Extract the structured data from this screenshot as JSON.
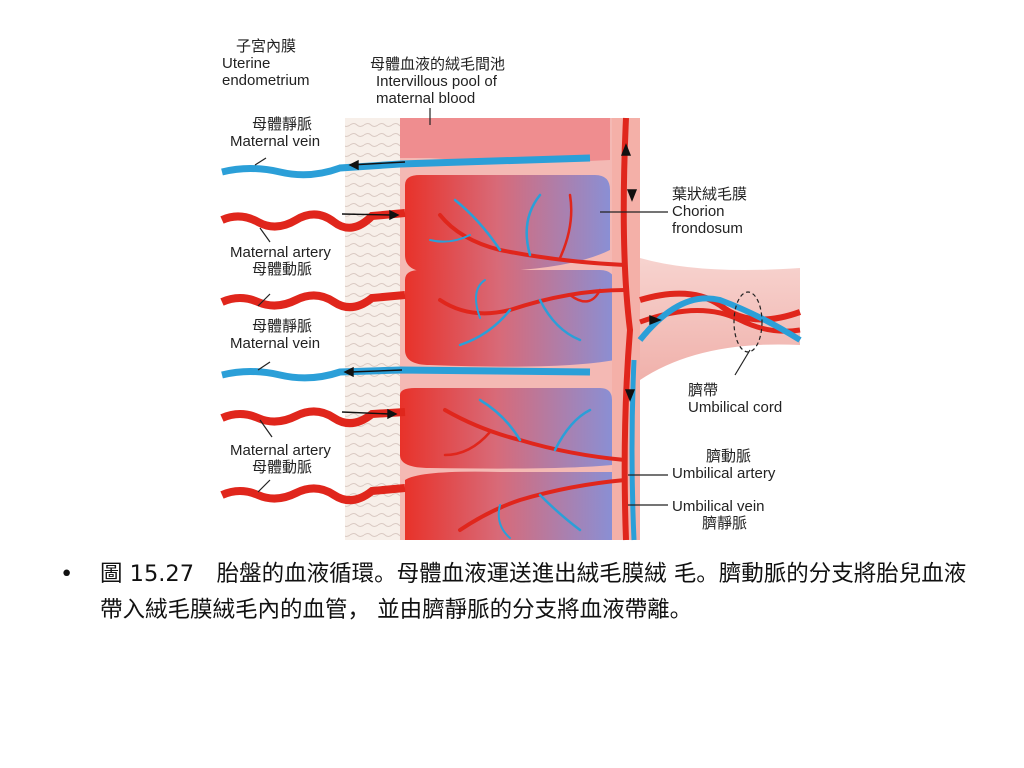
{
  "labels": {
    "uterine": {
      "zh": "子宮內膜",
      "en1": "Uterine",
      "en2": "endometrium"
    },
    "pool": {
      "zh": "母體血液的絨毛間池",
      "en1": "Intervillous pool of",
      "en2": "maternal blood"
    },
    "vein1": {
      "zh": "母體靜脈",
      "en": "Maternal vein"
    },
    "artery1": {
      "en": "Maternal artery",
      "zh": "母體動脈"
    },
    "vein2": {
      "zh": "母體靜脈",
      "en": "Maternal vein"
    },
    "artery2": {
      "en": "Maternal artery",
      "zh": "母體動脈"
    },
    "chorion": {
      "zh": "葉狀絨毛膜",
      "en1": "Chorion",
      "en2": "frondosum"
    },
    "cord": {
      "zh": "臍帶",
      "en": "Umbilical cord"
    },
    "uart": {
      "zh": "臍動脈",
      "en": "Umbilical artery"
    },
    "uvein": {
      "en": "Umbilical vein",
      "zh": "臍靜脈"
    }
  },
  "caption": {
    "bullet": "•",
    "text": "圖 15.27　胎盤的血液循環。母體血液運送進出絨毛膜絨 毛。臍動脈的分支將胎兒血液帶入絨毛膜絨毛內的血管， 並由臍靜脈的分支將血液帶離。"
  },
  "colors": {
    "artery": "#e0261c",
    "vein": "#2b9fd8",
    "pool": "#f2a7a7",
    "villus": "#8f8fd0",
    "tissue": "#f6c9c3",
    "fiber": "#f4ece6"
  }
}
